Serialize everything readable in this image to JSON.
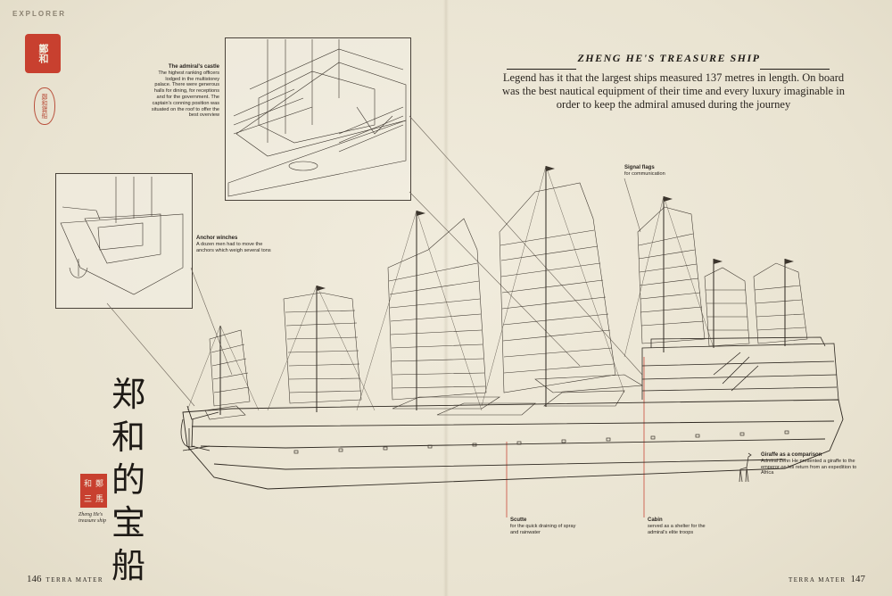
{
  "section_tag": "EXPLORER",
  "seal_top": "鄭和",
  "seal_oval": "鄭和寶船",
  "title": "ZHENG HE'S TREASURE SHIP",
  "intro": "Legend has it that the largest ships measured 137 metres in length. On board was the best nautical equipment of their time and every luxury imaginable in order to keep the admiral amused during the journey",
  "labels": {
    "castle_title": "The admiral's castle",
    "castle_text": "The highest ranking officers lodged in the multistorey palace. There were generous halls for dining, for receptions and for the government. The captain's conning position was situated on the roof to offer the best overview",
    "anchor_title": "Anchor winches",
    "anchor_text": "A dozen men had to move the anchors which weigh several tons",
    "signal_title": "Signal flags",
    "signal_text": "for communication",
    "giraffe_title": "Giraffe as a comparison",
    "giraffe_text": "Admiral Zehn He presented a giraffe to the emperor on his return from an expedition to Africa",
    "scuttle_title": "Scutte",
    "scuttle_text": "for the quick draining of spray and rainwater",
    "cabin_title": "Cabin",
    "cabin_text": "served as a shelter for the admiral's elite troops"
  },
  "chinese_title": [
    "郑",
    "和",
    "的",
    "宝",
    "船"
  ],
  "seal_red_chars": [
    "和",
    "鄭",
    "三",
    "馬"
  ],
  "seal_caption": "Zheng He's treasure ship",
  "folio": {
    "left_page": "146",
    "right_page": "147",
    "magazine": "TERRA MATER"
  },
  "colors": {
    "paper": "#ece7d7",
    "ink": "#2a2520",
    "seal_red": "#c8402f",
    "callout_red": "#c94a3a"
  }
}
